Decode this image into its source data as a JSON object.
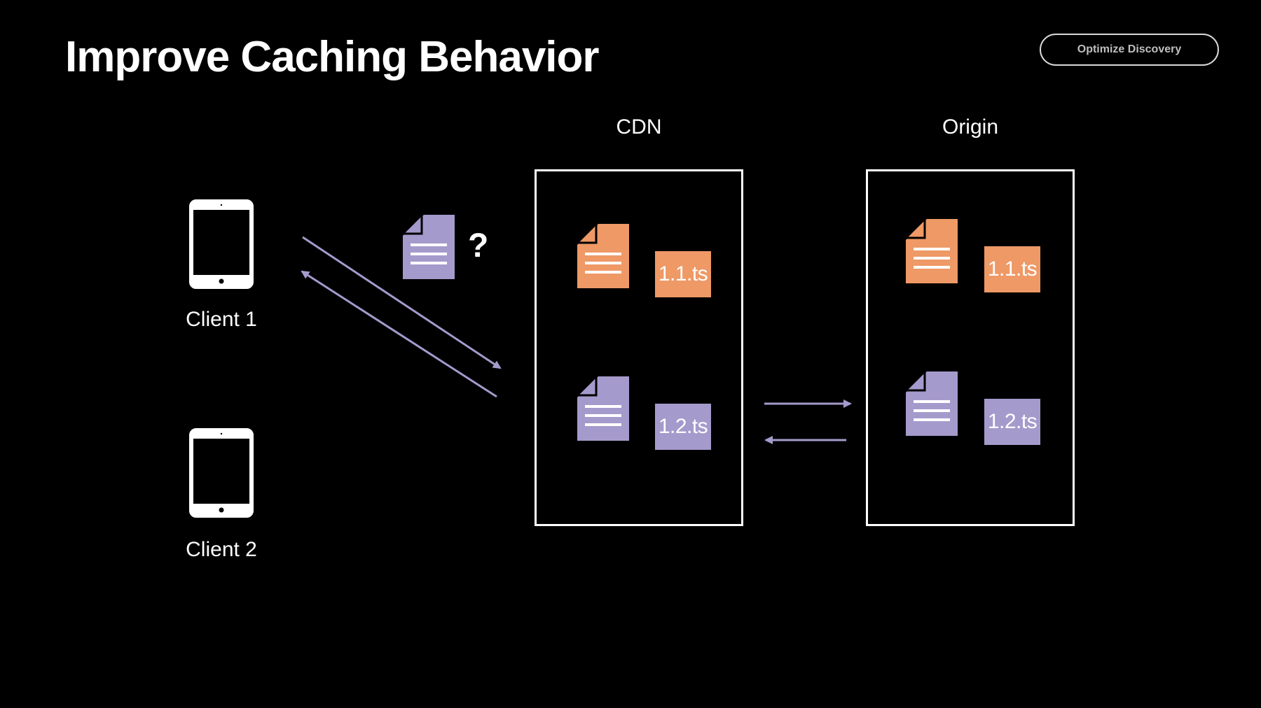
{
  "slide": {
    "title": "Improve Caching Behavior",
    "section_pill": "Optimize Discovery"
  },
  "colors": {
    "background": "#000000",
    "orange": "#EE9966",
    "purple": "#A59ACC",
    "arrow": "#A59ACC",
    "box_border": "#FFFFFF"
  },
  "columns": {
    "cdn_label": "CDN",
    "origin_label": "Origin"
  },
  "clients": [
    {
      "label": "Client 1",
      "icon": "tablet-icon"
    },
    {
      "label": "Client 2",
      "icon": "tablet-icon"
    }
  ],
  "request": {
    "document_icon": "playlist-document-icon",
    "question": "?"
  },
  "cdn": {
    "segments": [
      "1.1.ts",
      "1.2.ts"
    ],
    "playlists": [
      "orange-playlist-icon",
      "purple-playlist-icon"
    ]
  },
  "origin": {
    "segments": [
      "1.1.ts",
      "1.2.ts"
    ],
    "playlists": [
      "orange-playlist-icon",
      "purple-playlist-icon"
    ]
  }
}
